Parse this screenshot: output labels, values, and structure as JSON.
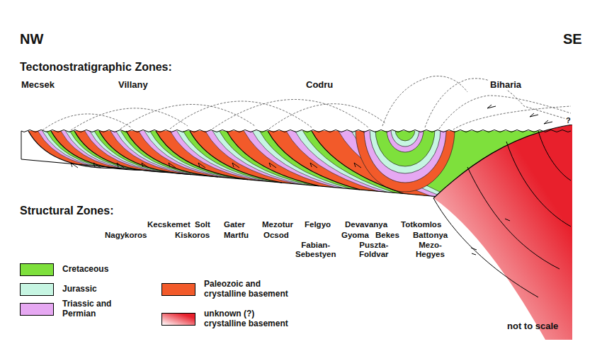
{
  "diagram": {
    "labels": [
      "NW",
      "SE",
      "Tectonostratigraphic Zones:",
      "Mecsek",
      "Villany",
      "Codru",
      "Biharia",
      "?",
      "Structural Zones:",
      "Kecskemet",
      "Solt",
      "Gater",
      "Mezotur",
      "Felgyo",
      "Devavanya",
      "Totkomlos",
      "Nagykoros",
      "Kiskoros",
      "Martfu",
      "Ocsod",
      "Gyoma",
      "Bekes",
      "Battonya",
      "Fabian- Sebestyen",
      "Puszta- Foldvar",
      "Mezo- Hegyes",
      "not to scale"
    ],
    "legend": [
      {
        "text": "Cretaceous",
        "color": "#7ee03c"
      },
      {
        "text": "Jurassic",
        "color": "#c6f5e2"
      },
      {
        "text": "Triassic and Permian",
        "color": "#e6a8f2"
      },
      {
        "text": "Paleozoic and crystalline basement",
        "color": "#f25a2a"
      },
      {
        "text": "unknown (?) crystalline basement",
        "color": "#e8202c"
      }
    ]
  }
}
